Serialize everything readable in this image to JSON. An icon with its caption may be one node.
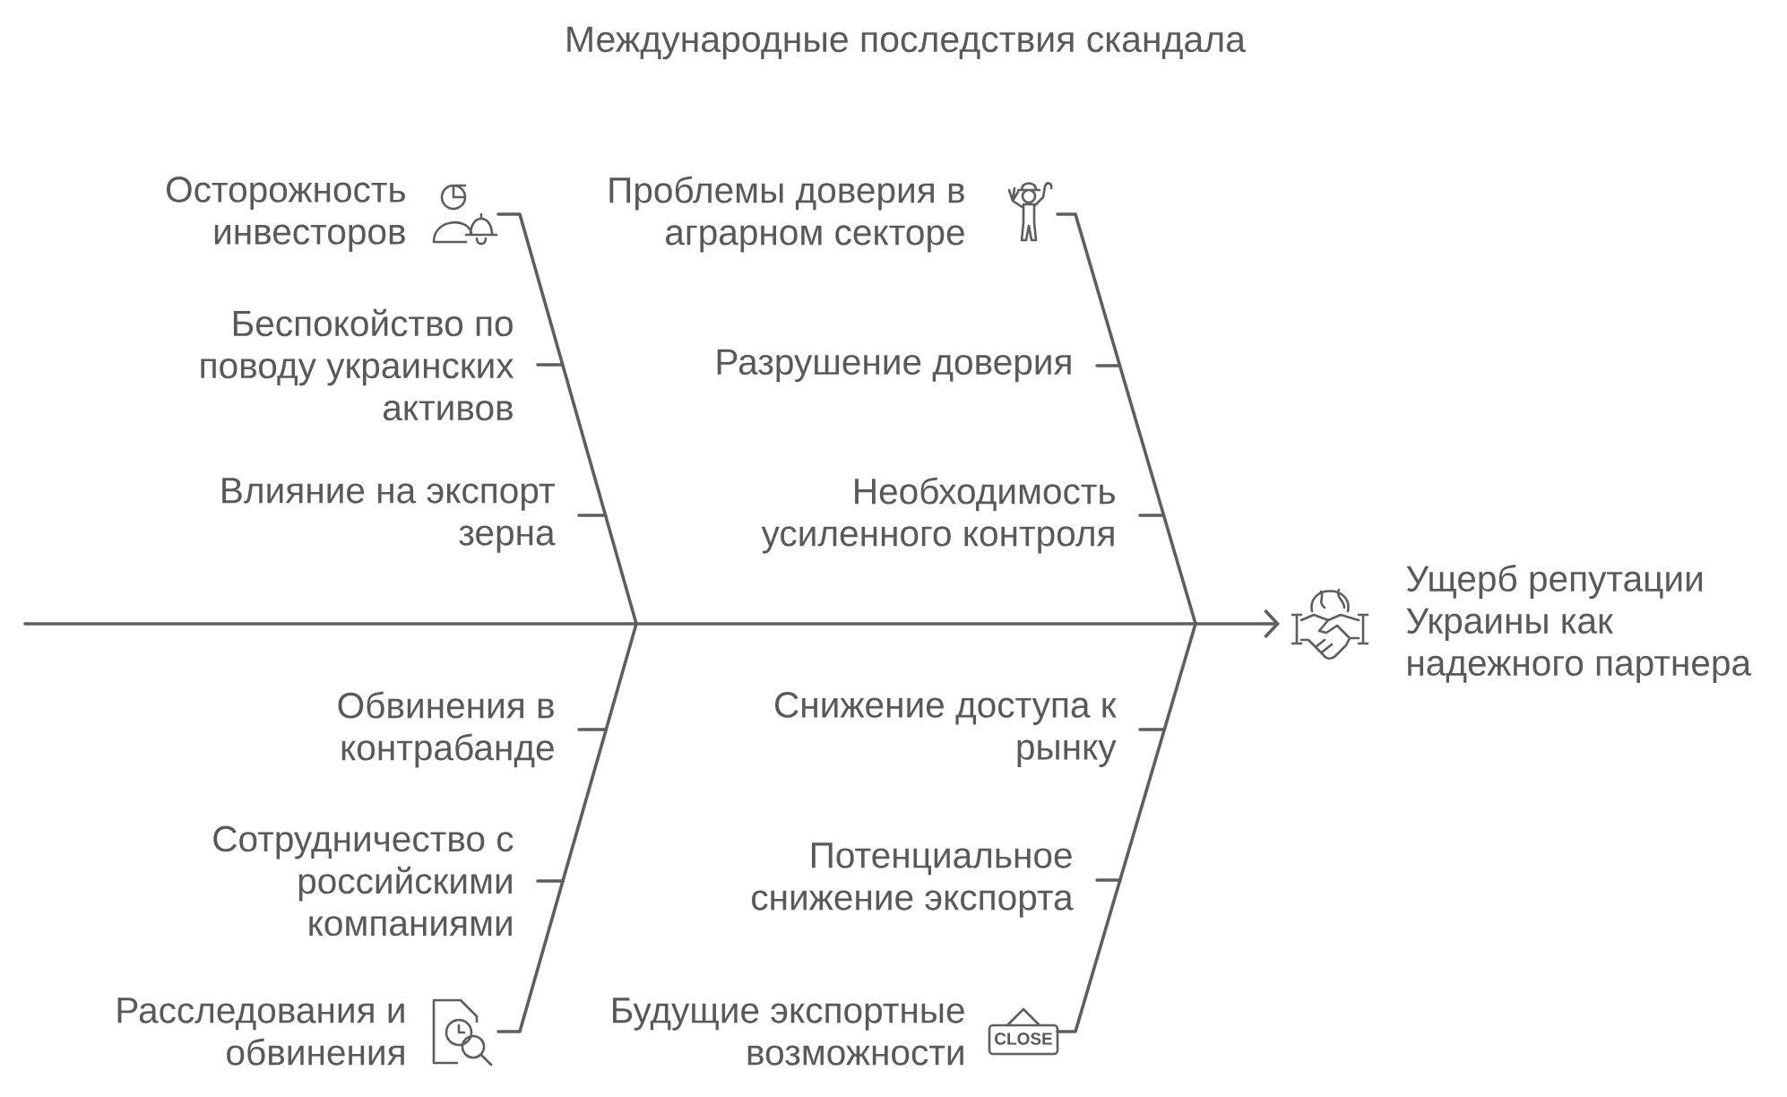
{
  "diagram": {
    "title": "Международные последствия скандала",
    "nodes": [
      {
        "text": [
          "Осторожность инвесторов"
        ]
      },
      {
        "text": [
          "Беспокойство по поводу украинских активов"
        ]
      },
      {
        "text": [
          "Влияние на экспорт зерна"
        ]
      },
      {
        "text": [
          "Проблемы доверия в аграрном секторе"
        ]
      },
      {
        "text": [
          "Разрушение доверия"
        ]
      },
      {
        "text": [
          "Необходимость усиленного контроля"
        ]
      },
      {
        "text": [
          "Ущерб репутации Украины как надежного партнера"
        ]
      },
      {
        "text": [
          "Обвинения в контрабанде"
        ]
      },
      {
        "text": [
          "Сотрудничество с российскими компаниями"
        ]
      },
      {
        "text": [
          "Расследования и обвинения"
        ]
      },
      {
        "text": [
          "Снижение доступа к рынку"
        ]
      },
      {
        "text": [
          "Потенциальное снижение экспорта"
        ]
      },
      {
        "text": [
          "Будущие экспортные возможности"
        ]
      }
    ],
    "edges": [
      {
        "from": null,
        "to": 6,
        "arrow": "to"
      },
      {
        "from": 0,
        "to": 6,
        "arrow": "to"
      },
      {
        "from": 3,
        "to": 6,
        "arrow": "to"
      },
      {
        "from": 9,
        "to": 6,
        "arrow": "to"
      },
      {
        "from": 12,
        "to": 6,
        "arrow": "to"
      },
      {
        "from": 1,
        "to": null,
        "arrow": "none"
      },
      {
        "from": 2,
        "to": null,
        "arrow": "none"
      },
      {
        "from": 4,
        "to": null,
        "arrow": "none"
      },
      {
        "from": 5,
        "to": null,
        "arrow": "none"
      },
      {
        "from": 7,
        "to": null,
        "arrow": "none"
      },
      {
        "from": 8,
        "to": null,
        "arrow": "none"
      },
      {
        "from": 10,
        "to": null,
        "arrow": "none"
      },
      {
        "from": 11,
        "to": null,
        "arrow": "none"
      }
    ],
    "labels": [
      "CLOSE"
    ]
  }
}
